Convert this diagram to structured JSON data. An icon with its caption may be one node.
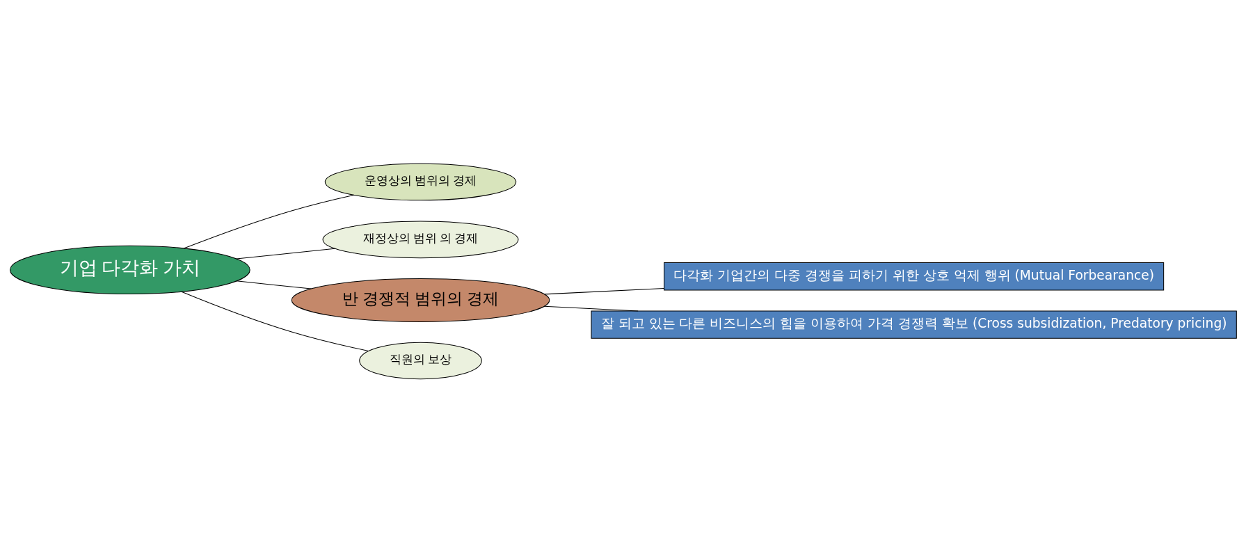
{
  "diagram": {
    "nodes": [
      {
        "text": [
          "운영상의 범위의 경제"
        ]
      },
      {
        "text": [
          "재정상의 범위 의 경제"
        ]
      },
      {
        "text": [
          "기업 다각화 가치"
        ]
      },
      {
        "text": [
          "반 경쟁적 범위의 경제"
        ]
      },
      {
        "text": [
          "다각화 기업간의 다중 경쟁을 피하기 위한 상호 억제 행위 (Mutual Forbearance)"
        ]
      },
      {
        "text": [
          "잘 되고 있는 다른 비즈니스의 힘을 이용하여 가격 경쟁력 확보 (Cross subsidization, Predatory pricing)"
        ]
      },
      {
        "text": [
          "직원의 보상"
        ]
      }
    ],
    "edges": [
      {
        "from": 2,
        "to": 0,
        "arrow": "none"
      },
      {
        "from": 2,
        "to": 1,
        "arrow": "none"
      },
      {
        "from": 2,
        "to": 3,
        "arrow": "none"
      },
      {
        "from": 3,
        "to": 4,
        "arrow": "none"
      },
      {
        "from": 3,
        "to": 5,
        "arrow": "none"
      },
      {
        "from": 2,
        "to": 6,
        "arrow": "none"
      }
    ]
  }
}
